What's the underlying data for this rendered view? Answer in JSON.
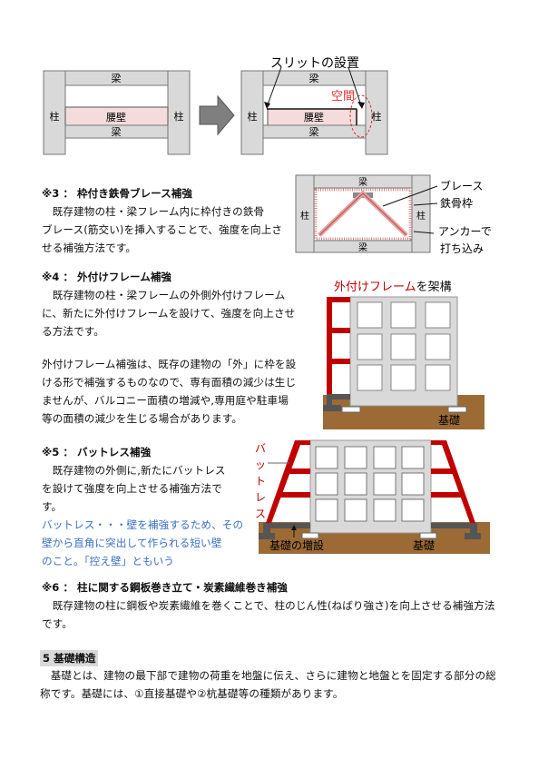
{
  "diagram_slit": {
    "before": {
      "beam_top": "梁",
      "beam_bottom": "梁",
      "column_left": "柱",
      "column_right": "柱",
      "spandrel_wall": "腰壁"
    },
    "after": {
      "beam_top": "梁",
      "beam_bottom": "梁",
      "column_left": "柱",
      "column_right": "柱",
      "spandrel_wall": "腰壁",
      "slit_label": "スリットの設置",
      "gap_label": "空間"
    },
    "arrow_icon": "right-arrow"
  },
  "section3": {
    "heading": "※3 ： 枠付き鉄骨ブレース補強",
    "lines": [
      "　既存建物の柱・梁フレーム内に枠付きの鉄骨",
      "ブレース(筋交い)を挿入することで、強度を向上さ",
      "せる補強方法です。"
    ],
    "diagram": {
      "beam_top": "梁",
      "beam_bottom": "梁",
      "column_left": "柱",
      "column_right": "柱",
      "brace_label": "ブレース",
      "frame_label": "鉄骨枠",
      "anchor_label_1": "アンカーで",
      "anchor_label_2": "打ち込み"
    }
  },
  "section4": {
    "heading": "※4 ： 外付けフレーム補強",
    "lines": [
      "　既存建物の柱・梁フレームの外側外付けフレーム",
      "に、新たに外付けフレームを設けて、強度を向上させ",
      "る方法です。"
    ],
    "lines2": [
      "外付けフレーム補強は、既存の建物の「外」に枠を設",
      "ける形で補強するものなので、専有面積の減少は生じ",
      "ませんが、バルコニー面積の増減や,専用庭や駐車場",
      "等の面積の減少を生じる場合があります。"
    ],
    "diagram": {
      "title_red": "外付けフレーム",
      "title_black": "を架構",
      "foundation_label": "基礎"
    }
  },
  "section5": {
    "heading": "※5 ： バットレス補強",
    "lines": [
      "　既存建物の外側に,新たにバットレス",
      "を設けて強度を向上させる補強方法で",
      "す。"
    ],
    "note_lines": [
      "バットレス・・・壁を補強するため、その",
      "壁から直角に突出して作られる短い壁",
      "のこと。「控え壁」ともいう"
    ],
    "diagram": {
      "buttress_label": [
        "バ",
        "ッ",
        "ト",
        "レ",
        "ス"
      ],
      "foundation_extension_label": "基礎の増設",
      "foundation_label": "基礎"
    }
  },
  "section6": {
    "heading": "※6 ： 柱に関する鋼板巻き立て・炭素繊維巻き補強",
    "lines": [
      "　既存建物の柱に鋼板や炭素繊維を巻くことで、柱のじん性(ねばり強さ)を向上させる補強方法",
      "です。"
    ]
  },
  "chapter5": {
    "heading": "5 基礎構造",
    "lines": [
      "　基礎とは、建物の最下部で建物の荷重を地盤に伝え、さらに建物と地盤とを固定する部分の総",
      "称です。基礎には、①直接基礎や②杭基礎等の種類があります。"
    ]
  },
  "colors": {
    "column_gray": "#d9d9d9",
    "wall_pink": "#f4dcdc",
    "frame_red": "#c00000",
    "ground_brown": "#9c6a35",
    "note_blue": "#3b6fc4",
    "arrow_gray": "#7f7f7f"
  }
}
